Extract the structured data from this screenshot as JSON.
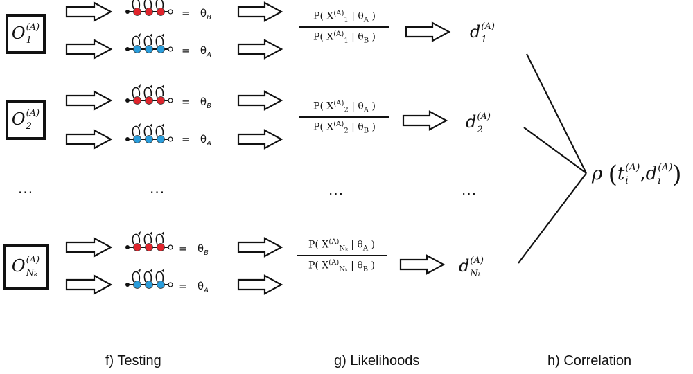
{
  "rows": [
    {
      "obs": {
        "base": "O",
        "sup": "(A)",
        "sub": "1"
      },
      "models": [
        {
          "symbol": "θ",
          "sub": "B",
          "color": "#e0242c"
        },
        {
          "symbol": "θ",
          "sub": "A",
          "color": "#2a9ddb"
        }
      ],
      "fraction": {
        "num": {
          "pre": "P( X",
          "sup": "(A)",
          "sub": "1",
          "post": " | θ",
          "post_sub": "A",
          "end": " )"
        },
        "den": {
          "pre": "P( X",
          "sup": "(A)",
          "sub": "1",
          "post": " | θ",
          "post_sub": "B",
          "end": " )"
        }
      },
      "d": {
        "base": "d",
        "sup": "(A)",
        "sub": "1"
      }
    },
    {
      "obs": {
        "base": "O",
        "sup": "(A)",
        "sub": "2"
      },
      "models": [
        {
          "symbol": "θ",
          "sub": "B",
          "color": "#e0242c"
        },
        {
          "symbol": "θ",
          "sub": "A",
          "color": "#2a9ddb"
        }
      ],
      "fraction": {
        "num": {
          "pre": "P( X",
          "sup": "(A)",
          "sub": "2",
          "post": " | θ",
          "post_sub": "A",
          "end": " )"
        },
        "den": {
          "pre": "P( X",
          "sup": "(A)",
          "sub": "2",
          "post": " | θ",
          "post_sub": "B",
          "end": " )"
        }
      },
      "d": {
        "base": "d",
        "sup": "(A)",
        "sub": "2"
      }
    },
    {
      "obs": {
        "base": "O",
        "sup": "(A)",
        "sub": "Nₖ"
      },
      "models": [
        {
          "symbol": "θ",
          "sub": "B",
          "color": "#e0242c"
        },
        {
          "symbol": "θ",
          "sub": "A",
          "color": "#2a9ddb"
        }
      ],
      "fraction": {
        "num": {
          "pre": "P( X",
          "sup": "(A)",
          "sub": "Nₖ",
          "post": " | θ",
          "post_sub": "A",
          "end": " )"
        },
        "den": {
          "pre": "P( X",
          "sup": "(A)",
          "sub": "Nₖ",
          "post": " | θ",
          "post_sub": "B",
          "end": " )"
        }
      },
      "d": {
        "base": "d",
        "sup": "(A)",
        "sub": "Nₖ"
      }
    }
  ],
  "equals": "=",
  "ellipsis": "...",
  "correlation": {
    "rho": "ρ",
    "open": "(",
    "t": "t",
    "t_sup": "(A)",
    "t_sub": "i",
    "comma": ",",
    "d": "d",
    "d_sup": "(A)",
    "d_sub": "i",
    "close": ")"
  },
  "labels": {
    "testing": "f) Testing",
    "likelihoods": "g) Likelihoods",
    "correlation": "h) Correlation"
  }
}
